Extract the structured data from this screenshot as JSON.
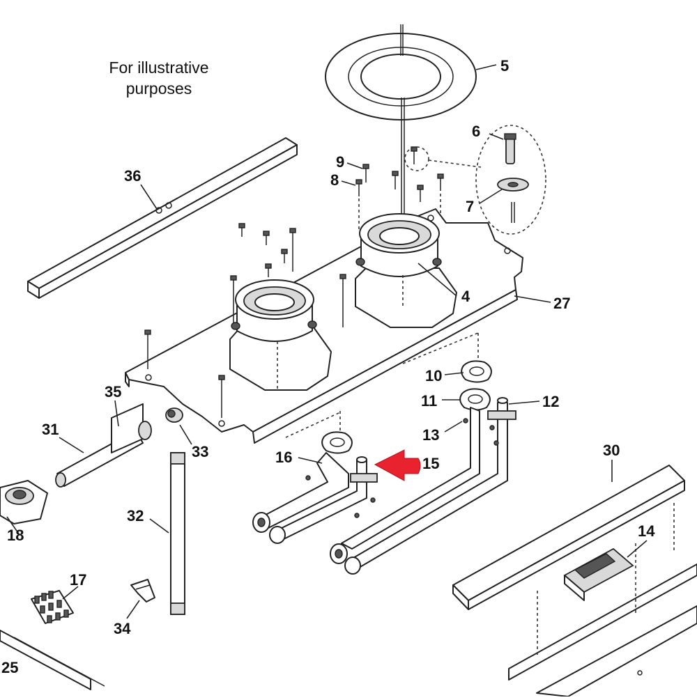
{
  "note": {
    "line1": "For illustrative",
    "line2": "purposes"
  },
  "callouts": [
    "5",
    "6",
    "9",
    "8",
    "7",
    "36",
    "4",
    "27",
    "10",
    "11",
    "12",
    "35",
    "31",
    "13",
    "33",
    "16",
    "15",
    "30",
    "32",
    "18",
    "14",
    "17",
    "34",
    "25"
  ],
  "colors": {
    "line_art": "#222222",
    "pointer_arrow": "#e8222e"
  }
}
